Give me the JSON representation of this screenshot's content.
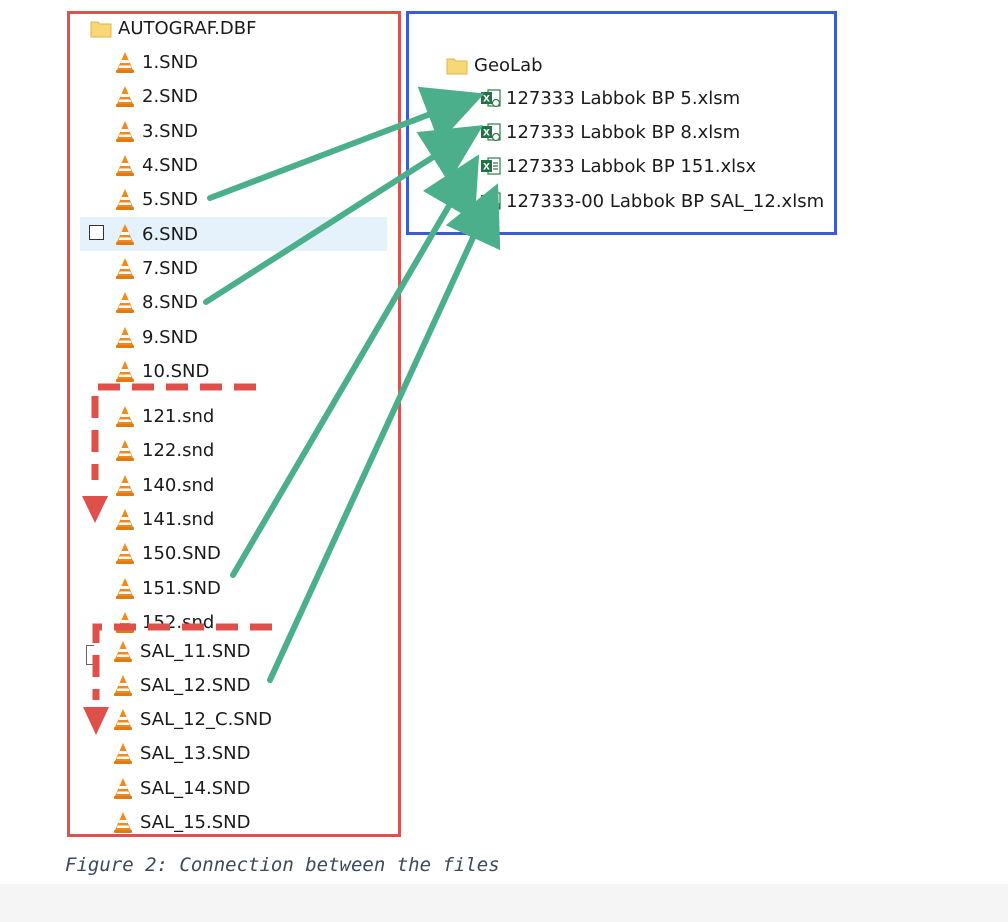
{
  "left_panel": {
    "folder": {
      "name": "AUTOGRAF.DBF",
      "icon": "folder-icon"
    },
    "files": [
      "1.SND",
      "2.SND",
      "3.SND",
      "4.SND",
      "5.SND",
      "6.SND",
      "7.SND",
      "8.SND",
      "9.SND",
      "10.SND",
      "121.snd",
      "122.snd",
      "140.snd",
      "141.snd",
      "150.SND",
      "151.SND",
      "152.snd",
      "SAL_11.SND",
      "SAL_12.SND",
      "SAL_12_C.SND",
      "SAL_13.SND",
      "SAL_14.SND",
      "SAL_15.SND"
    ],
    "file_icon": "vlc-cone-icon",
    "selected_file": "6.SND"
  },
  "right_panel": {
    "folder": {
      "name": "GeoLab",
      "icon": "folder-icon"
    },
    "files": [
      {
        "name": "127333 Labbok BP 5.xlsm",
        "icon": "excel-macro-icon"
      },
      {
        "name": "127333 Labbok BP 8.xlsm",
        "icon": "excel-macro-icon"
      },
      {
        "name": "127333 Labbok BP 151.xlsx",
        "icon": "excel-icon"
      },
      {
        "name": "127333-00 Labbok BP SAL_12.xlsm",
        "icon": "excel-macro-icon"
      }
    ]
  },
  "connections": [
    {
      "from": "5.SND",
      "to": "127333 Labbok BP 5.xlsm"
    },
    {
      "from": "8.SND",
      "to": "127333 Labbok BP 8.xlsm"
    },
    {
      "from": "151.SND",
      "to": "127333 Labbok BP 151.xlsx"
    },
    {
      "from": "SAL_12.SND",
      "to": "127333-00 Labbok BP SAL_12.xlsm"
    }
  ],
  "caption": "Figure 2: Connection between the files",
  "colors": {
    "left_border": "#d9534f",
    "right_border": "#3a5bd9",
    "arrow": "#4caf8c",
    "dashed_arrow": "#e0504a",
    "selection": "#e5f1fb"
  }
}
